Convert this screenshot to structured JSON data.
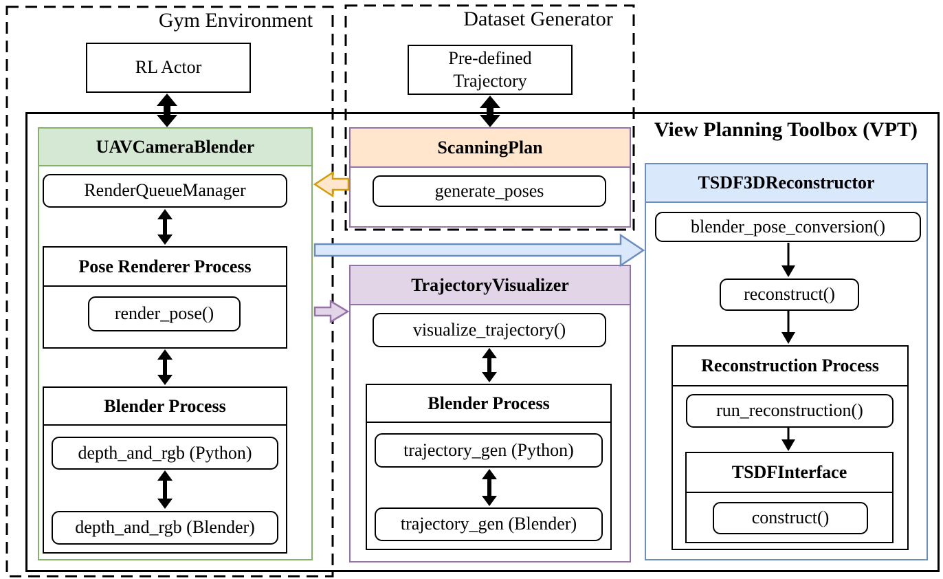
{
  "colors": {
    "green_fill": "#d5e8d4",
    "green_stroke": "#82b366",
    "orange_fill": "#ffe6cc",
    "orange_stroke": "#d79b00",
    "purple_fill": "#e1d5e7",
    "purple_stroke": "#9673a6",
    "blue_fill": "#dae8fc",
    "blue_stroke": "#6c8ebf",
    "line": "#000000"
  },
  "groups": {
    "gym_environment": {
      "label": "Gym Environment"
    },
    "dataset_generator": {
      "label": "Dataset Generator"
    },
    "vpt": {
      "title": "View Planning Toolbox (VPT)"
    }
  },
  "nodes": {
    "rl_actor": "RL Actor",
    "predefined_trajectory": "Pre-defined Trajectory"
  },
  "uav_camera_blender": {
    "title": "UAVCameraBlender",
    "render_queue_manager": "RenderQueueManager",
    "pose_renderer_process": {
      "title": "Pose Renderer Process",
      "render_pose": "render_pose()"
    },
    "blender_process": {
      "title": "Blender Process",
      "depth_and_rgb_python": "depth_and_rgb (Python)",
      "depth_and_rgb_blender": "depth_and_rgb (Blender)"
    }
  },
  "scanning_plan": {
    "title": "ScanningPlan",
    "generate_poses": "generate_poses"
  },
  "trajectory_visualizer": {
    "title": "TrajectoryVisualizer",
    "visualize_trajectory": "visualize_trajectory()",
    "blender_process": {
      "title": "Blender Process",
      "trajectory_gen_python": "trajectory_gen (Python)",
      "trajectory_gen_blender": "trajectory_gen (Blender)"
    }
  },
  "tsdf3d_reconstructor": {
    "title": "TSDF3DReconstructor",
    "blender_pose_conversion": "blender_pose_conversion()",
    "reconstruct": "reconstruct()",
    "reconstruction_process": {
      "title": "Reconstruction Process",
      "run_reconstruction": "run_reconstruction()",
      "tsdf_interface": {
        "title": "TSDFInterface",
        "construct": "construct()"
      }
    }
  }
}
